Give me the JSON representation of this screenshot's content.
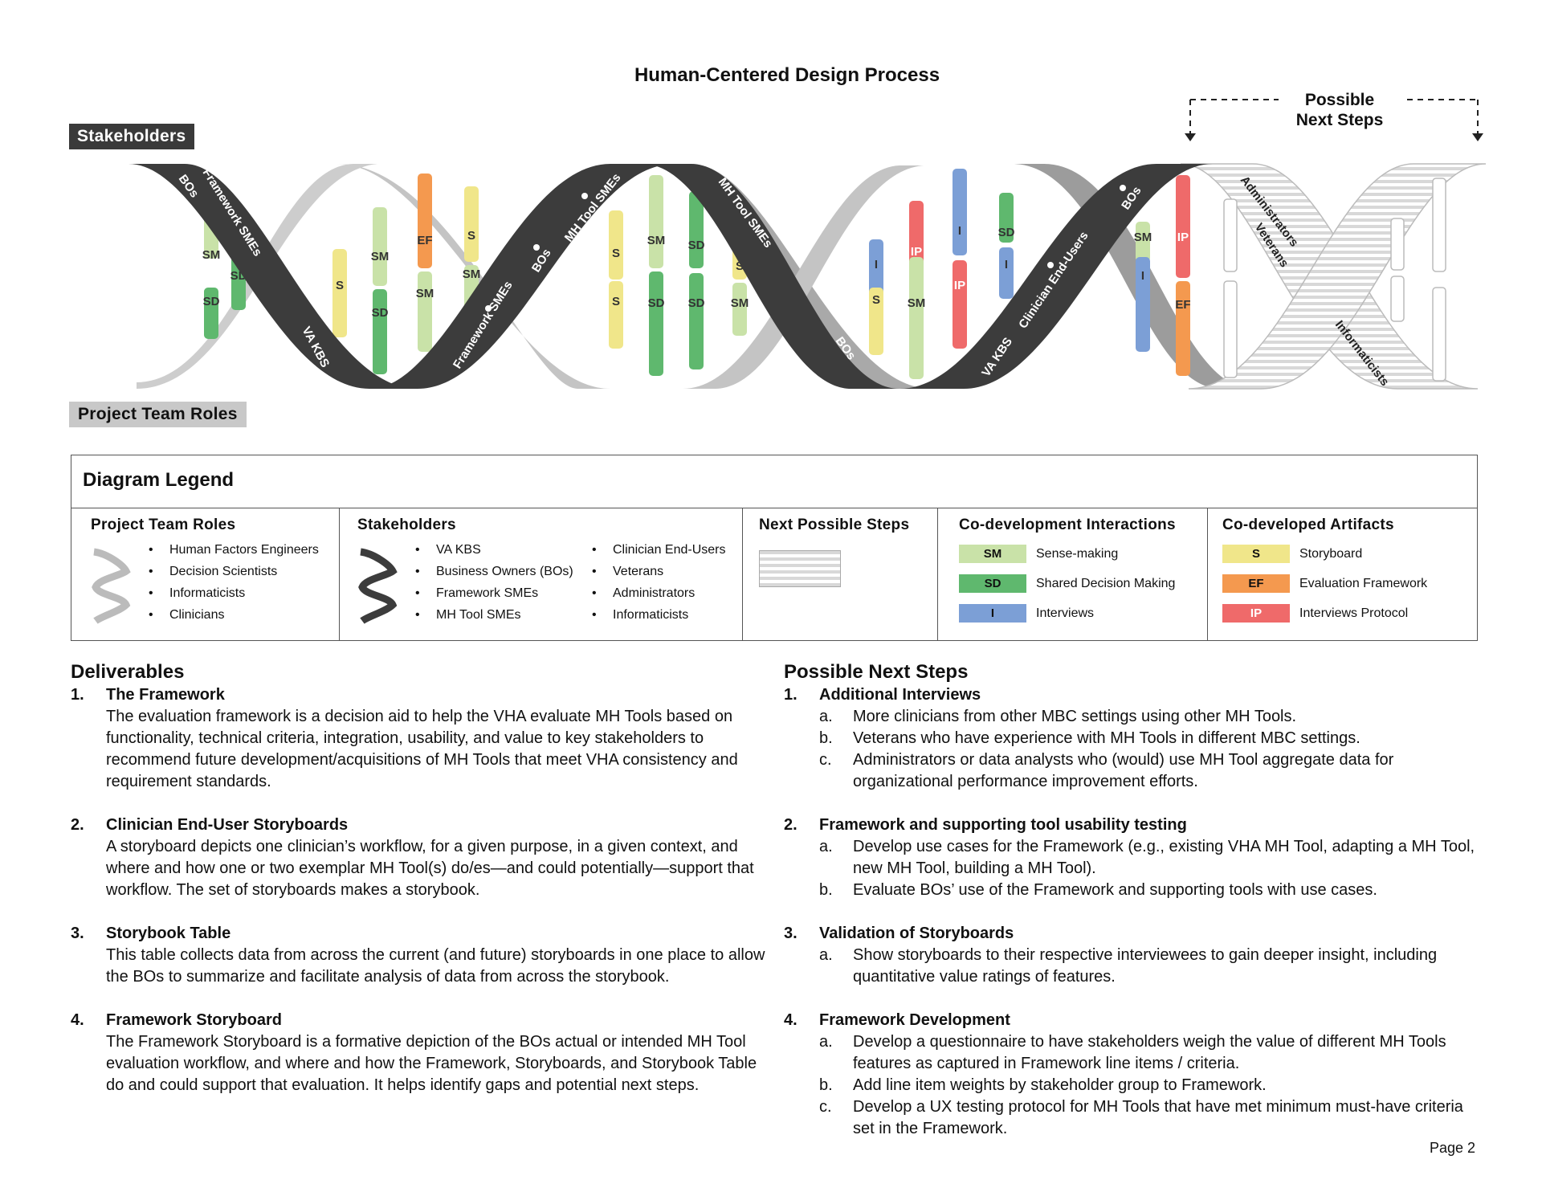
{
  "title": "Human-Centered Design Process",
  "labels": {
    "stakeholders_tab": "Stakeholders",
    "team_roles_tab": "Project Team Roles",
    "possible_next_steps_line1": "Possible",
    "possible_next_steps_line2": "Next Steps"
  },
  "strand_labels": {
    "bos_1": "BOs",
    "framework_smes_1": "Framework SMEs",
    "va_kbs_1": "VA KBS",
    "framework_smes_2": "Framework SMEs",
    "bos_2": "BOs",
    "mh_tool_smes_1": "MH Tool SMEs",
    "mh_tool_smes_2": "MH Tool SMEs",
    "bos_3": "BOs",
    "va_kbs_2": "VA KBS",
    "clinician_end_users": "Clinician End-Users",
    "bos_4": "BOs",
    "administrators": "Administrators",
    "veterans": "Veterans",
    "informaticists": "Informaticists"
  },
  "rung_codes": {
    "sm": "SM",
    "sd": "SD",
    "s": "S",
    "ef": "EF",
    "i": "I",
    "ip": "IP"
  },
  "colors": {
    "SM": "#c9e2a8",
    "SD": "#5fb86e",
    "I": "#7c9fd6",
    "S": "#f0e68a",
    "EF": "#f4994f",
    "IP": "#ef6a6a",
    "dark_strand": "#3c3c3c",
    "light_strand": "#c4c4c4"
  },
  "legend": {
    "title": "Diagram Legend",
    "team_roles": {
      "heading": "Project Team Roles",
      "items": [
        "Human Factors Engineers",
        "Decision Scientists",
        "Informaticists",
        "Clinicians"
      ]
    },
    "stakeholders": {
      "heading": "Stakeholders",
      "col1": [
        "VA KBS",
        "Business Owners (BOs)",
        "Framework SMEs",
        "MH Tool SMEs"
      ],
      "col2": [
        "Clinician End-Users",
        "Veterans",
        "Administrators",
        "Informaticists"
      ]
    },
    "next_steps": {
      "heading": "Next Possible Steps"
    },
    "interactions": {
      "heading": "Co-development Interactions",
      "items": [
        {
          "code": "SM",
          "label": "Sense-making"
        },
        {
          "code": "SD",
          "label": "Shared Decision Making"
        },
        {
          "code": "I",
          "label": "Interviews"
        }
      ]
    },
    "artifacts": {
      "heading": "Co-developed Artifacts",
      "items": [
        {
          "code": "S",
          "label": "Storyboard"
        },
        {
          "code": "EF",
          "label": "Evaluation Framework"
        },
        {
          "code": "IP",
          "label": "Interviews Protocol"
        }
      ]
    }
  },
  "deliverables": {
    "heading": "Deliverables",
    "items": [
      {
        "num": "1.",
        "title": "The Framework",
        "body": "The evaluation framework is a decision aid to help the VHA evaluate MH Tools based on functionality, technical criteria, integration, usability, and value to key stakeholders to recommend future development/acquisitions of MH Tools that meet VHA consistency and requirement standards."
      },
      {
        "num": "2.",
        "title": "Clinician End-User Storyboards",
        "body": "A storyboard depicts one clinician’s workflow, for a given purpose, in a given context, and where and how one or two exemplar MH Tool(s) do/es—and could potentially—support that workflow. The set of storyboards makes a storybook."
      },
      {
        "num": "3.",
        "title": "Storybook Table",
        "body": "This table collects data from across the current (and future) storyboards in one place to allow the BOs to summarize and facilitate analysis of data  from across the storybook."
      },
      {
        "num": "4.",
        "title": "Framework Storyboard",
        "body": "The Framework Storyboard is a formative depiction of the BOs actual or intended MH Tool evaluation workflow, and where and how the Framework, Storyboards, and Storybook Table do and could support that evaluation. It helps identify gaps and potential next steps."
      }
    ]
  },
  "next_steps": {
    "heading": "Possible Next Steps",
    "items": [
      {
        "num": "1.",
        "title": "Additional Interviews",
        "subs": [
          {
            "l": "a.",
            "t": "More clinicians from other MBC settings using other MH Tools."
          },
          {
            "l": "b.",
            "t": "Veterans who have experience with MH Tools in different MBC settings."
          },
          {
            "l": "c.",
            "t": "Administrators or data analysts who (would) use MH Tool aggregate data for organizational performance improvement efforts."
          }
        ]
      },
      {
        "num": "2.",
        "title": "Framework and supporting tool usability testing",
        "subs": [
          {
            "l": "a.",
            "t": "Develop use cases for the Framework (e.g., existing VHA MH Tool, adapting a MH Tool, new MH Tool, building a MH Tool)."
          },
          {
            "l": "b.",
            "t": "Evaluate BOs’ use of the Framework and supporting tools with use cases."
          }
        ]
      },
      {
        "num": "3.",
        "title": "Validation of Storyboards",
        "subs": [
          {
            "l": "a.",
            "t": "Show storyboards to their respective interviewees to gain deeper insight, including quantitative value ratings of features."
          }
        ]
      },
      {
        "num": "4.",
        "title": "Framework Development",
        "subs": [
          {
            "l": "a.",
            "t": "Develop a questionnaire to have stakeholders weigh the value of different MH Tools features as captured in Framework line items / criteria."
          },
          {
            "l": "b.",
            "t": "Add line item weights by stakeholder group to Framework."
          },
          {
            "l": "c.",
            "t": "Develop a UX testing protocol for MH Tools that have met minimum must-have criteria set in the Framework."
          }
        ]
      }
    ]
  },
  "page": "Page 2"
}
